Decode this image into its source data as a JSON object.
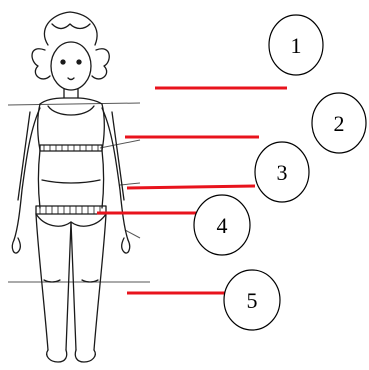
{
  "figure": {
    "description_colors": {
      "pointer_line": "#e8131c",
      "outline": "#1a1a1a",
      "marker_circle": "#000000"
    },
    "markers": [
      {
        "number": "1"
      },
      {
        "number": "2"
      },
      {
        "number": "3"
      },
      {
        "number": "4"
      },
      {
        "number": "5"
      }
    ]
  }
}
